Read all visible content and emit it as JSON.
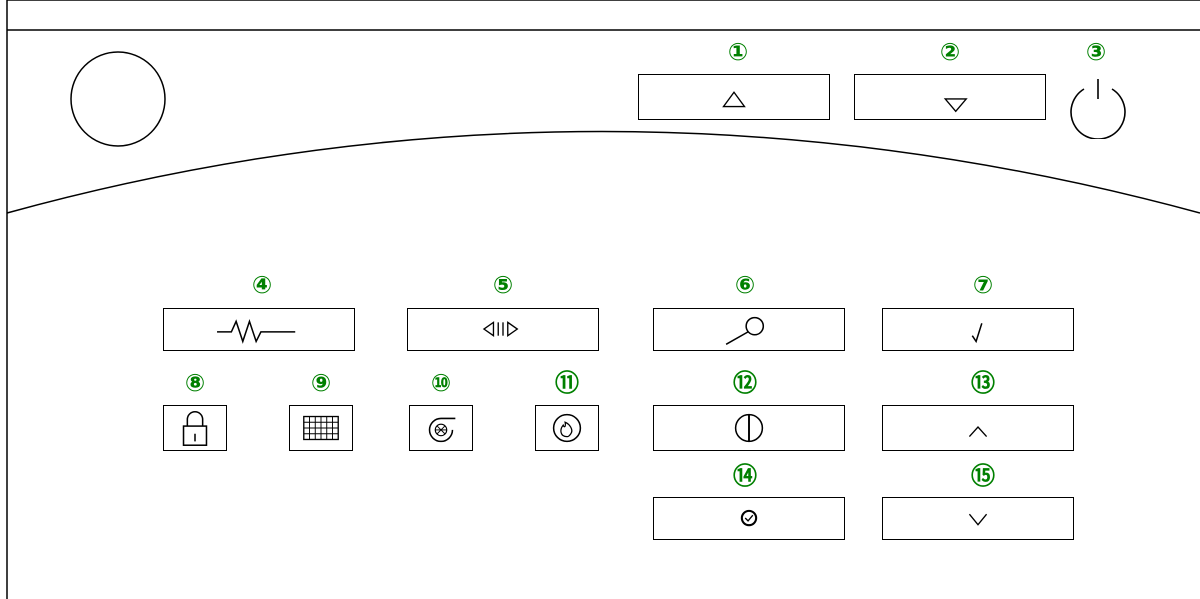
{
  "colors": {
    "callout": "#008000",
    "line": "#000000",
    "background": "#ffffff"
  },
  "callouts": [
    {
      "id": "c1",
      "label": "①"
    },
    {
      "id": "c2",
      "label": "②"
    },
    {
      "id": "c3",
      "label": "③"
    },
    {
      "id": "c4",
      "label": "④"
    },
    {
      "id": "c5",
      "label": "⑤"
    },
    {
      "id": "c6",
      "label": "⑥"
    },
    {
      "id": "c7",
      "label": "⑦"
    },
    {
      "id": "c8",
      "label": "⑧"
    },
    {
      "id": "c9",
      "label": "⑨"
    },
    {
      "id": "c10",
      "label": "⑩"
    },
    {
      "id": "c11",
      "label": "⑪"
    },
    {
      "id": "c12",
      "label": "⑫"
    },
    {
      "id": "c13",
      "label": "⑬"
    },
    {
      "id": "c14",
      "label": "⑭"
    },
    {
      "id": "c15",
      "label": "⑮"
    }
  ],
  "buttons": [
    {
      "id": "b1",
      "icon": "triangle-up-icon"
    },
    {
      "id": "b2",
      "icon": "triangle-down-icon"
    },
    {
      "id": "b3",
      "icon": "power-icon"
    },
    {
      "id": "b4",
      "icon": "heating-element-icon"
    },
    {
      "id": "b5",
      "icon": "left-right-arrows-icon"
    },
    {
      "id": "b6",
      "icon": "magnifier-icon"
    },
    {
      "id": "b7",
      "icon": "check-mark-icon"
    },
    {
      "id": "b8",
      "icon": "padlock-icon"
    },
    {
      "id": "b9",
      "icon": "grid-icon"
    },
    {
      "id": "b10",
      "icon": "fan-icon"
    },
    {
      "id": "b11",
      "icon": "flame-icon"
    },
    {
      "id": "b12",
      "icon": "on-off-icon"
    },
    {
      "id": "b13",
      "icon": "chevron-up-icon"
    },
    {
      "id": "b14",
      "icon": "clock-icon"
    },
    {
      "id": "b15",
      "icon": "chevron-down-icon"
    }
  ]
}
